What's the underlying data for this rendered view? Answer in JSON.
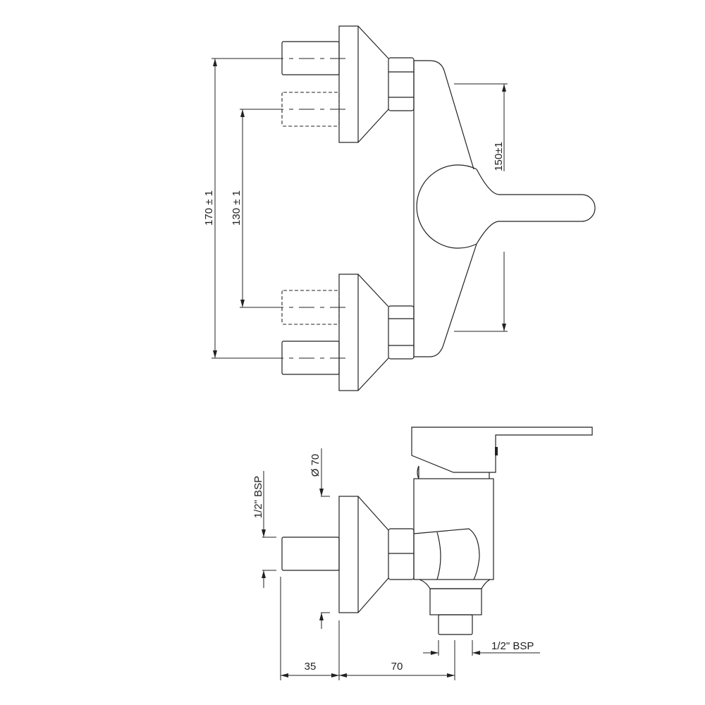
{
  "drawing": {
    "top_view": {
      "dimensions": {
        "outer_spacing": "170 ± 1",
        "inner_spacing": "130 ± 1",
        "lever_span": "150±1"
      }
    },
    "side_view": {
      "dimensions": {
        "flange_diameter": "Ø 70",
        "inlet_thread": "1/2\" BSP",
        "outlet_thread": "1/2\" BSP",
        "inlet_length": "35",
        "projection": "70"
      }
    }
  }
}
